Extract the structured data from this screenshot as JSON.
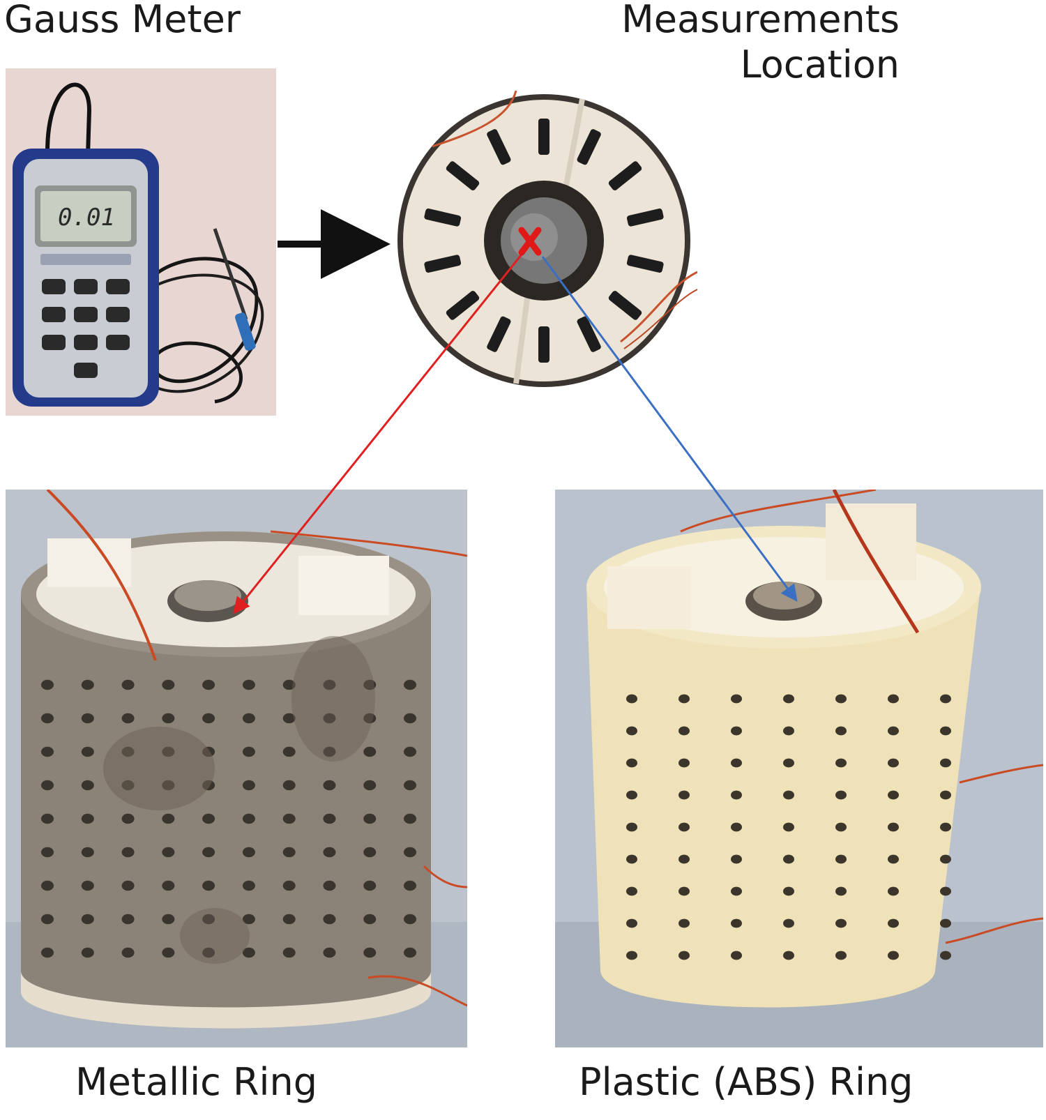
{
  "labels": {
    "gauss_meter": "Gauss Meter",
    "measurements_line1": "Measurements",
    "measurements_line2": "Location",
    "metallic_ring": "Metallic Ring",
    "plastic_ring": "Plastic (ABS) Ring"
  },
  "meter_display": {
    "reading": "0.01"
  },
  "colors": {
    "red_line": "#e02020",
    "blue_line": "#3b6fc4",
    "arrow": "#111111"
  }
}
